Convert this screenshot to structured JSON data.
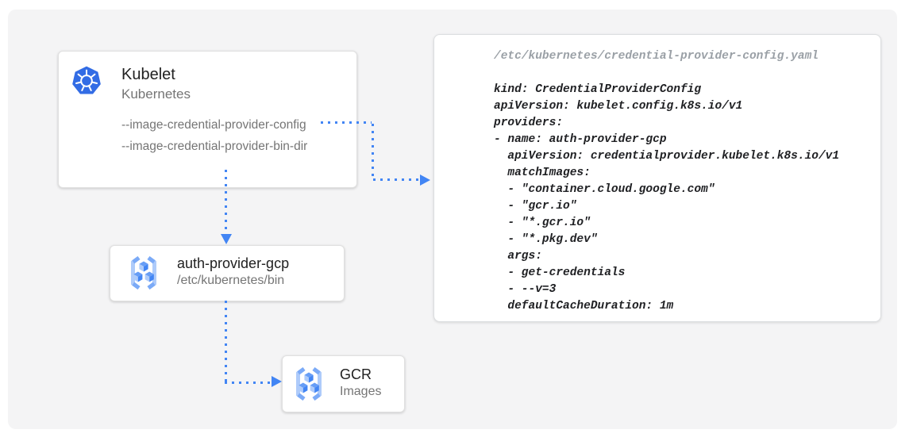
{
  "nodes": {
    "kubelet": {
      "title": "Kubelet",
      "subtitle": "Kubernetes",
      "flags": [
        "--image-credential-provider-config",
        "--image-credential-provider-bin-dir"
      ]
    },
    "auth_provider": {
      "title": "auth-provider-gcp",
      "subtitle": "/etc/kubernetes/bin"
    },
    "gcr": {
      "title": "GCR",
      "subtitle": "Images"
    }
  },
  "code_panel": {
    "header": "/etc/kubernetes/credential-provider-config.yaml",
    "lines": [
      "kind: CredentialProviderConfig",
      "apiVersion: kubelet.config.k8s.io/v1",
      "providers:",
      "- name: auth-provider-gcp",
      "  apiVersion: credentialprovider.kubelet.k8s.io/v1",
      "  matchImages:",
      "  - \"container.cloud.google.com\"",
      "  - \"gcr.io\"",
      "  - \"*.gcr.io\"",
      "  - \"*.pkg.dev\"",
      "  args:",
      "  - get-credentials",
      "  - --v=3",
      "  defaultCacheDuration: 1m"
    ]
  },
  "icons": {
    "kubelet": "kubernetes-icon",
    "auth_provider": "container-registry-icon",
    "gcr": "container-registry-icon"
  },
  "colors": {
    "arrow_blue": "#4285f4",
    "kubernetes_blue": "#326ce5",
    "registry_blue_dark": "#4285f4",
    "registry_blue_mid": "#669df6",
    "registry_blue_light": "#aecbfa",
    "code_header_gray": "#9aa0a6",
    "code_text": "#202124",
    "subtitle_gray": "#757575",
    "panel_bg": "#f4f4f5",
    "card_border": "#e0e0e0"
  }
}
